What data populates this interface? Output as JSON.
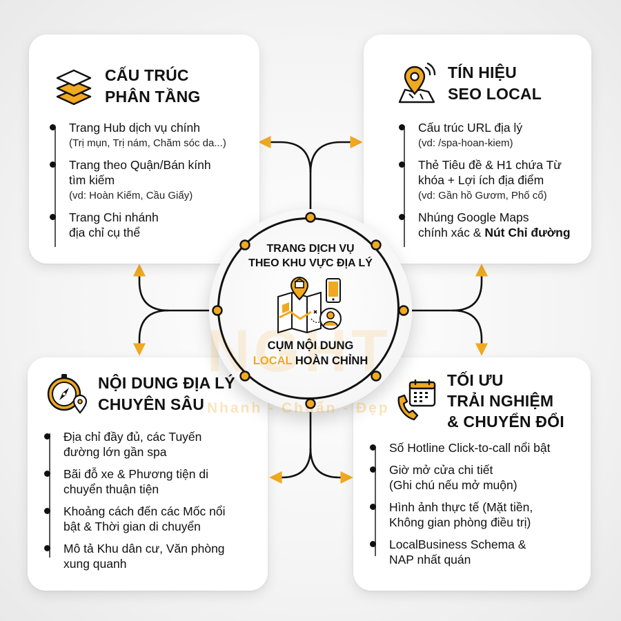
{
  "center": {
    "top_line1": "TRANG DỊCH VỤ",
    "top_line2": "THEO KHU VỰC ĐỊA LÝ",
    "bottom_line1": "CỤM NỘI DUNG",
    "bottom_accent": "LOCAL",
    "bottom_rest": " HOÀN CHỈNH"
  },
  "watermark": {
    "brand": "NGHT",
    "slogan": "Nhanh - Chuẩn - Đẹp"
  },
  "colors": {
    "accent": "#f0a920",
    "ink": "#111111",
    "card": "#ffffff"
  },
  "cards": {
    "tl": {
      "icon": "layers-icon",
      "title_line1": "CẤU TRÚC",
      "title_line2": "PHÂN TẦNG",
      "items": [
        {
          "main": "Trang Hub dịch vụ chính",
          "sub": "(Trị mụn, Trị nám, Chăm sóc da...)"
        },
        {
          "main_line1": "Trang theo Quận/Bán kính",
          "main_line2": "tìm kiếm",
          "sub": "(vd: Hoàn Kiếm, Cầu Giấy)"
        },
        {
          "main_line1": "Trang Chi nhánh",
          "main_line2": "địa chỉ cụ thể"
        }
      ]
    },
    "tr": {
      "icon": "map-pin-signal-icon",
      "title_line1": "TÍN HIỆU",
      "title_line2": "SEO LOCAL",
      "items": [
        {
          "main": "Cấu trúc URL địa lý",
          "sub": "(vd: /spa-hoan-kiem)"
        },
        {
          "main_line1": "Thẻ Tiêu đề & H1 chứa Từ",
          "main_line2": "khóa + Lợi ích địa điểm",
          "sub": "(vd: Gần hồ Gươm, Phố cổ)"
        },
        {
          "main_line1": "Nhúng Google Maps",
          "main_line2_plain": "chính xác & ",
          "main_line2_bold": "Nút Chỉ đường"
        }
      ]
    },
    "bl": {
      "icon": "compass-pin-icon",
      "title_line1": "NỘI DUNG ĐỊA LÝ",
      "title_line2": "CHUYÊN SÂU",
      "items": [
        {
          "main_line1": "Địa chỉ đầy đủ, các Tuyến",
          "main_line2": "đường lớn gần spa"
        },
        {
          "main_line1": "Bãi đỗ xe & Phương tiện di",
          "main_line2": "chuyển thuận tiện"
        },
        {
          "main_line1": "Khoảng cách đến các Mốc nổi",
          "main_line2": "bật & Thời gian di chuyển"
        },
        {
          "main_line1": "Mô tả Khu dân cư, Văn phòng",
          "main_line2": "xung quanh"
        }
      ]
    },
    "br": {
      "icon": "phone-calendar-icon",
      "title_line1": "TỐI ƯU",
      "title_line2": "TRẢI NGHIỆM",
      "title_line3": "& CHUYỂN ĐỔI",
      "items": [
        {
          "main": "Số Hotline Click-to-call nổi bật"
        },
        {
          "main_line1": "Giờ mở cửa chi tiết",
          "main_line2": "(Ghi chú nếu mở muộn)"
        },
        {
          "main_line1": "Hình ảnh thực tế (Mặt tiền,",
          "main_line2": "Không gian phòng điều trị)"
        },
        {
          "main_line1": "LocalBusiness Schema &",
          "main_line2": "NAP nhất quán"
        }
      ]
    }
  }
}
